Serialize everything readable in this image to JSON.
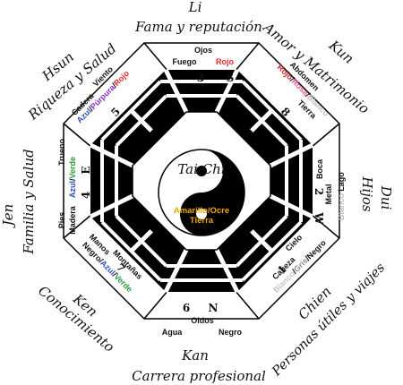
{
  "center": {
    "title": "Tai Chi",
    "line1": "Amarillo/Ocre",
    "line2": "Tierra"
  },
  "outer": {
    "li": {
      "name": "Li",
      "area": "Fama y reputación"
    },
    "kun": {
      "name": "Kun",
      "area": "Amor y Matrimonio"
    },
    "dui": {
      "name": "Dui",
      "area": "Hijos"
    },
    "chien": {
      "name": "Chien",
      "area": "Personas útiles y viajes"
    },
    "kan": {
      "name": "Kan",
      "area": "Carrera profesional"
    },
    "ken": {
      "name": "Ken",
      "area": "Conocimiento"
    },
    "jen": {
      "name": "Jen",
      "area": "Familia y Salud"
    },
    "hsun": {
      "name": "Hsun",
      "area": "Riqueza y Salud"
    }
  },
  "sectors": {
    "s": {
      "w1": "Ojos",
      "w2": "Fuego",
      "c1": "Rojo",
      "c1_color": "#e8262c"
    },
    "sw": {
      "w1": "Abdomen",
      "w2": "Tierra",
      "c1": "Rojo",
      "c2": "Rosa",
      "c3": "Blanco",
      "c1_color": "#d81e2a",
      "c2_color": "#ea5a9c",
      "c3_color": "#bdbdbd"
    },
    "w": {
      "w1": "Boca",
      "w2": "Lago",
      "w3": "Metal",
      "c1": "Blanco",
      "c1_color": "#bdbdbd"
    },
    "nw": {
      "w1": "Cabeza",
      "w2": "Cielo",
      "c1": "Blanco",
      "c2": "Gris",
      "c3": "Negro",
      "c1_color": "#c6c6c6",
      "c2_color": "#8a8a8a",
      "c3_color": "#111111"
    },
    "n": {
      "w1": "Oidos",
      "w2": "Agua",
      "w3": "Negro"
    },
    "ne": {
      "w1": "Manos",
      "w2": "Montañas",
      "c1": "Negro",
      "c2": "Azul",
      "c3": "Verde",
      "c1_color": "#111111",
      "c2_color": "#2b4fc6",
      "c3_color": "#2a9a3a"
    },
    "e": {
      "w1": "Pies",
      "w2": "Madera",
      "w3": "Trueno",
      "c1": "Azul",
      "c2": "Verde",
      "c1_color": "#2b4fc6",
      "c2_color": "#2a9a3a"
    },
    "se": {
      "w1": "Cadera",
      "w2": "Viento",
      "c1": "Azul",
      "c2": "Púrpura",
      "c3": "Rojo",
      "c1_color": "#2b4fc6",
      "c2_color": "#8b2fc9",
      "c3_color": "#e8262c"
    }
  },
  "ring_markers": {
    "s": {
      "num": "3",
      "dir": "S"
    },
    "sw": {
      "num": "8"
    },
    "w": {
      "num": "2",
      "dir": "W"
    },
    "nw": {
      "num": "1"
    },
    "n": {
      "num": "6",
      "dir": "N"
    },
    "ne": {
      "num": "7"
    },
    "e": {
      "num": "4",
      "dir": "E"
    },
    "se": {
      "num": "5"
    }
  },
  "colors": {
    "center_text": "#f0a800",
    "trigram": "#000000"
  }
}
